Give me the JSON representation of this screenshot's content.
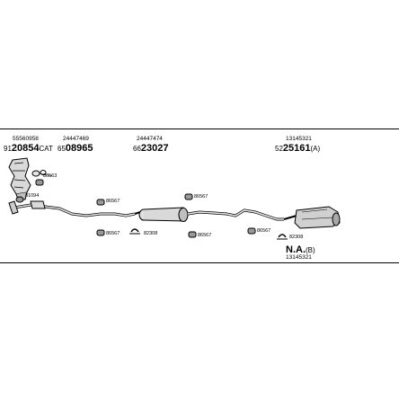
{
  "parts": {
    "manifold": {
      "ref": "55560958",
      "prefix": "91",
      "number": "20854",
      "suffix": "CAT"
    },
    "front_pipe": {
      "ref": "24447469",
      "prefix": "65",
      "number": "08965"
    },
    "middle_silencer": {
      "ref": "24447474",
      "prefix": "66",
      "number": "23027"
    },
    "rear_silencer": {
      "ref": "13145321",
      "prefix": "52",
      "number": "25161",
      "suffix": "(A)"
    },
    "rear_silencer_b": {
      "prefix": "N.A.",
      "suffix": "(B)",
      "ref": "13145321"
    }
  },
  "hardware": {
    "h1": "80563",
    "h2": "81094",
    "h3": "86567",
    "h4": "86567",
    "h5": "86567",
    "h6": "86567",
    "h7": "86567",
    "h8": "86567",
    "h9": "82308",
    "h10": "82308"
  }
}
